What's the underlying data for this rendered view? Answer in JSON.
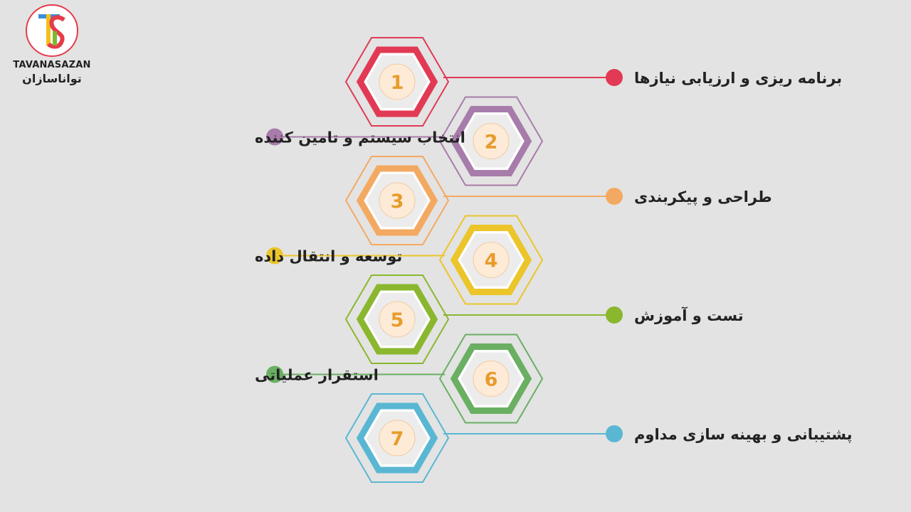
{
  "logo": {
    "latin": "TAVANASAZAN",
    "persian": "تواناسازان",
    "colors": [
      "#e53b4a",
      "#3c8fd6",
      "#f2c019",
      "#7dba2f"
    ]
  },
  "steps": [
    {
      "number": "1",
      "label": "برنامه ریزی و ارزیابی نیازها",
      "color": "#e23a54",
      "side": "right"
    },
    {
      "number": "2",
      "label": "انتخاب سیستم و تامین کننده",
      "color": "#a77caa",
      "side": "left"
    },
    {
      "number": "3",
      "label": "طراحی و پیکربندی",
      "color": "#f4a962",
      "side": "right"
    },
    {
      "number": "4",
      "label": "توسعه و انتقال داده",
      "color": "#ebc52a",
      "side": "left"
    },
    {
      "number": "5",
      "label": "تست و آموزش",
      "color": "#8ab72e",
      "side": "right"
    },
    {
      "number": "6",
      "label": "استقرار عملیاتی",
      "color": "#6aaf62",
      "side": "left"
    },
    {
      "number": "7",
      "label": "پشتیبانی و بهینه سازی مداوم",
      "color": "#5ab7d3",
      "side": "right"
    }
  ]
}
